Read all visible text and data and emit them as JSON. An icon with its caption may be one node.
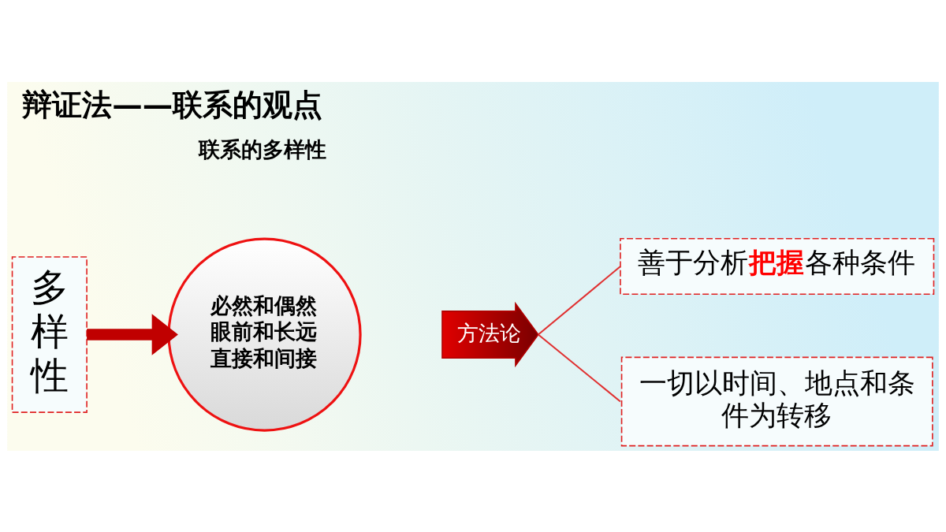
{
  "diagram": {
    "title": "辩证法——联系的观点",
    "nodes": [
      {
        "text": [
          "多样性"
        ]
      },
      {
        "text": [
          "必然和偶然",
          "眼前和长远",
          "直接和间接"
        ]
      },
      {
        "text": [
          "方法论"
        ]
      },
      {
        "text": [
          "善于分析**把握**各种条件"
        ]
      },
      {
        "text": [
          "一切以时间、地点和条件为转移"
        ]
      }
    ],
    "edges": [
      {
        "from": 0,
        "to": 1,
        "arrow": "to",
        "style": "thick",
        "color": "#c00000"
      },
      {
        "from": 2,
        "to": 3,
        "arrow": "none"
      },
      {
        "from": 2,
        "to": 4,
        "arrow": "none"
      }
    ],
    "labels": [
      "联系的多样性"
    ]
  }
}
